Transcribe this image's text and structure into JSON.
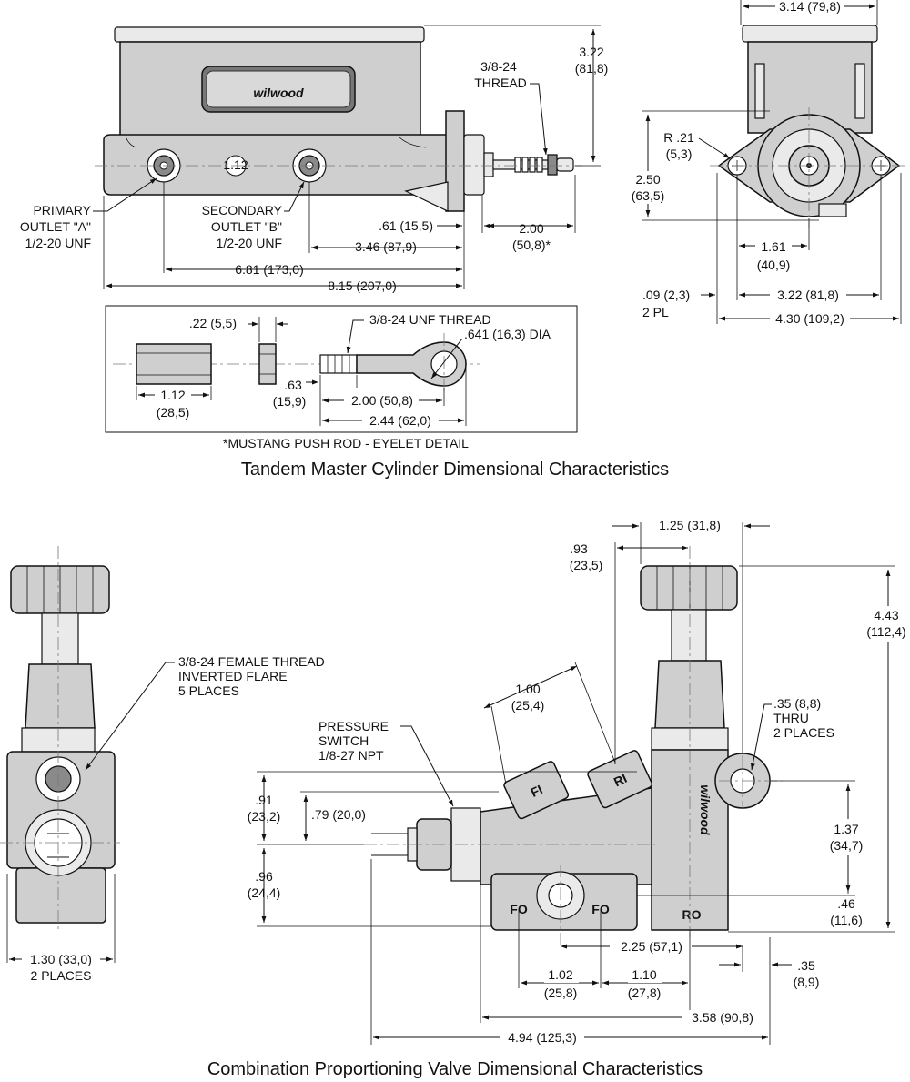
{
  "master_cylinder": {
    "caption": "Tandem Master Cylinder Dimensional Characteristics",
    "logo": "wilwood",
    "bolt_size": "1.12",
    "thread_label_1": "3/8-24",
    "thread_label_2": "THREAD",
    "height_in": "3.22",
    "height_mm": "(81,8)",
    "width_top_in": "3.14 (79,8)",
    "primary_1": "PRIMARY",
    "primary_2": "OUTLET \"A\"",
    "primary_3": "1/2-20 UNF",
    "secondary_1": "SECONDARY",
    "secondary_2": "OUTLET \"B\"",
    "secondary_3": "1/2-20 UNF",
    "dim_061": ".61 (15,5)",
    "dim_346": "3.46 (87,9)",
    "dim_681": "6.81 (173,0)",
    "dim_815": "8.15 (207,0)",
    "dim_200_in": "2.00",
    "dim_200_mm": "(50,8)*",
    "radius_in": "R .21",
    "radius_mm": "(5,3)",
    "dim_250_in": "2.50",
    "dim_250_mm": "(63,5)",
    "dim_161_in": "1.61",
    "dim_161_mm": "(40,9)",
    "dim_009_in": ".09 (2,3)",
    "dim_009_pl": "2 PL",
    "dim_322": "3.22 (81,8)",
    "dim_430": "4.30 (109,2)"
  },
  "pushrod": {
    "dim_022": ".22 (5,5)",
    "thread": "3/8-24 UNF THREAD",
    "eye_dia": ".641 (16,3) DIA",
    "dim_112_in": "1.12",
    "dim_112_mm": "(28,5)",
    "dim_063_in": ".63",
    "dim_063_mm": "(15,9)",
    "dim_200": "2.00 (50,8)",
    "dim_244": "2.44 (62,0)",
    "note": "*MUSTANG PUSH ROD - EYELET DETAIL"
  },
  "valve": {
    "caption": "Combination Proportioning Valve Dimensional Characteristics",
    "logo": "wilwood",
    "thread_1": "3/8-24 FEMALE THREAD",
    "thread_2": "INVERTED FLARE",
    "thread_3": "5 PLACES",
    "side_w_1": "1.30 (33,0)",
    "side_w_2": "2 PLACES",
    "ps_1": "PRESSURE",
    "ps_2": "SWITCH",
    "ps_3": "1/8-27 NPT",
    "dim_125": "1.25 (31,8)",
    "dim_093_in": ".93",
    "dim_093_mm": "(23,5)",
    "dim_100_in": "1.00",
    "dim_100_mm": "(25,4)",
    "dim_443_in": "4.43",
    "dim_443_mm": "(112,4)",
    "hole_1": ".35 (8,8)",
    "hole_2": "THRU",
    "hole_3": "2 PLACES",
    "dim_091_in": ".91",
    "dim_091_mm": "(23,2)",
    "dim_079": ".79 (20,0)",
    "dim_137_in": "1.37",
    "dim_137_mm": "(34,7)",
    "dim_096_in": ".96",
    "dim_096_mm": "(24,4)",
    "dim_046_in": ".46",
    "dim_046_mm": "(11,6)",
    "dim_225": "2.25 (57,1)",
    "dim_035_in": ".35",
    "dim_035_mm": "(8,9)",
    "dim_102_in": "1.02",
    "dim_102_mm": "(25,8)",
    "dim_110_in": "1.10",
    "dim_110_mm": "(27,8)",
    "dim_358": "3.58 (90,8)",
    "dim_494": "4.94 (125,3)",
    "port_fi": "FI",
    "port_ri": "RI",
    "port_fo": "FO",
    "port_ro": "RO"
  }
}
